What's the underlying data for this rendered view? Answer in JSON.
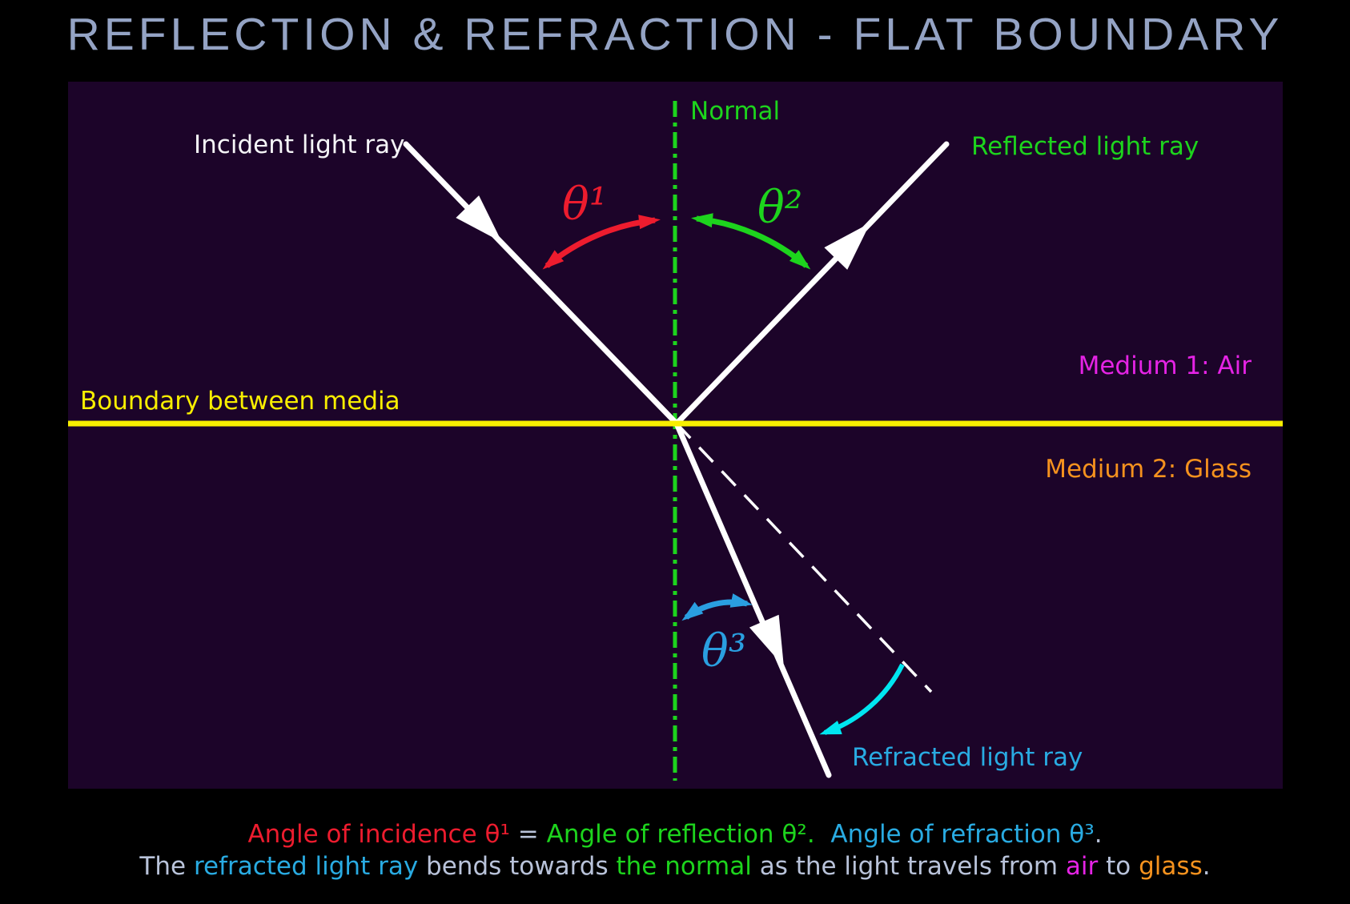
{
  "title": "REFLECTION & REFRACTION - FLAT BOUNDARY",
  "diagram": {
    "normal_label": "Normal",
    "incident_label": "Incident light ray",
    "reflected_label": "Reflected light ray",
    "boundary_label": "Boundary between media",
    "medium1_label": "Medium 1: Air",
    "medium2_label": "Medium 2: Glass",
    "refracted_label": "Refracted light ray",
    "theta1": "θ¹",
    "theta2": "θ²",
    "theta3": "θ³"
  },
  "footer": {
    "line1": [
      {
        "text": "Angle of incidence θ¹",
        "color": "red"
      },
      {
        "text": " = ",
        "color": "gray"
      },
      {
        "text": "Angle of reflection θ².",
        "color": "green"
      },
      {
        "text": "  ",
        "color": "gray"
      },
      {
        "text": "Angle of refraction θ³",
        "color": "blue"
      },
      {
        "text": ".",
        "color": "gray"
      }
    ],
    "line2": [
      {
        "text": "The ",
        "color": "gray"
      },
      {
        "text": "refracted light ray",
        "color": "blue"
      },
      {
        "text": " bends towards ",
        "color": "gray"
      },
      {
        "text": "the normal",
        "color": "green"
      },
      {
        "text": " as the light travels from ",
        "color": "gray"
      },
      {
        "text": "air",
        "color": "magenta"
      },
      {
        "text": " to ",
        "color": "gray"
      },
      {
        "text": "glass",
        "color": "orange"
      },
      {
        "text": ".",
        "color": "gray"
      }
    ]
  },
  "colors": {
    "background": "#000000",
    "panel_background": "#1c0429",
    "title": "#94a3c4",
    "ray_white": "#ffffff",
    "normal_green": "#1dd41d",
    "boundary_yellow": "#f8ee00",
    "incidence_red": "#ed1c2e",
    "refraction_blue": "#2a9fe0",
    "refracted_label_blue": "#29abe2",
    "refraction_gap_cyan": "#00e6f0",
    "medium1_magenta": "#e523e5",
    "medium2_orange": "#f5921e",
    "body_text_gray": "#b9c3da"
  }
}
